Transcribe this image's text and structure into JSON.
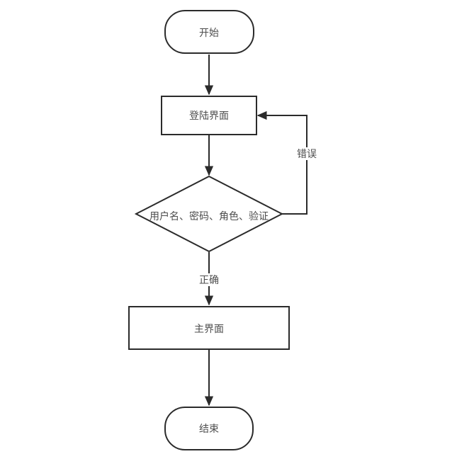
{
  "colors": {
    "stroke": "#2b2b2b",
    "text": "#4d4d4d",
    "node_fill": "#ffffff",
    "page_bg": "#ffffff"
  },
  "flowchart": {
    "nodes": [
      {
        "id": "start",
        "type": "stadium",
        "label": "开始"
      },
      {
        "id": "login",
        "type": "rect",
        "label": "登陆界面"
      },
      {
        "id": "decision",
        "type": "diamond",
        "label": "用户名、密码、角色、验证"
      },
      {
        "id": "main",
        "type": "rect",
        "label": "主界面"
      },
      {
        "id": "end",
        "type": "stadium",
        "label": "结束"
      }
    ],
    "edges": [
      {
        "id": "start-to-login",
        "from": "start",
        "to": "login",
        "label": ""
      },
      {
        "id": "login-to-decision",
        "from": "login",
        "to": "decision",
        "label": ""
      },
      {
        "id": "decision-to-main",
        "from": "decision",
        "to": "main",
        "label": "正确"
      },
      {
        "id": "main-to-end",
        "from": "main",
        "to": "end",
        "label": ""
      },
      {
        "id": "error-loop",
        "from": "decision",
        "to": "login",
        "label": "错误"
      }
    ]
  }
}
